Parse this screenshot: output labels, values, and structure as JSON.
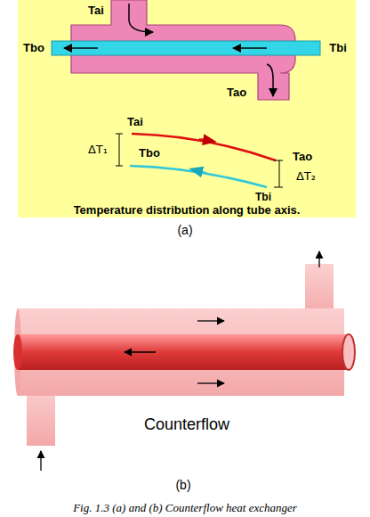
{
  "diagram": {
    "caption": "Fig. 1.3 (a) and (b) Counterflow heat exchanger",
    "labels": [
      "Tai",
      "Tbo",
      "Tbi",
      "Tao",
      "Tai",
      "ΔT₁",
      "Tao",
      "Tbo",
      "ΔT₂",
      "Tbi",
      "Temperature distribution along tube axis.",
      "(a)",
      "Counterflow",
      "(b)"
    ]
  }
}
